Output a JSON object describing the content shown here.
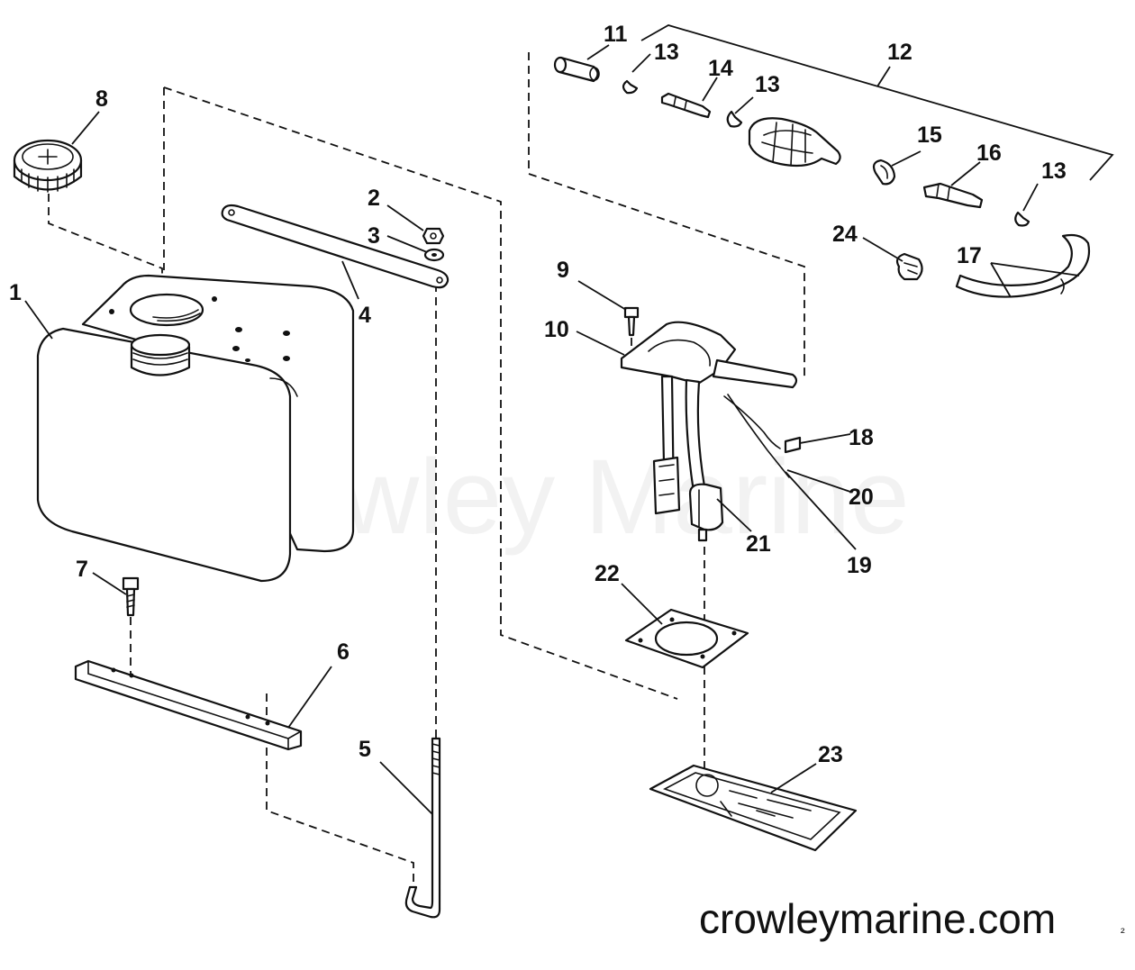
{
  "diagram": {
    "watermark": "Crowley Marine",
    "website": "crowleymarine.com",
    "corner_mark": "²",
    "callouts": [
      "1",
      "2",
      "3",
      "4",
      "5",
      "6",
      "7",
      "8",
      "9",
      "10",
      "11",
      "12",
      "13",
      "13",
      "13",
      "14",
      "15",
      "16",
      "17",
      "18",
      "19",
      "20",
      "21",
      "22",
      "23",
      "24"
    ]
  }
}
